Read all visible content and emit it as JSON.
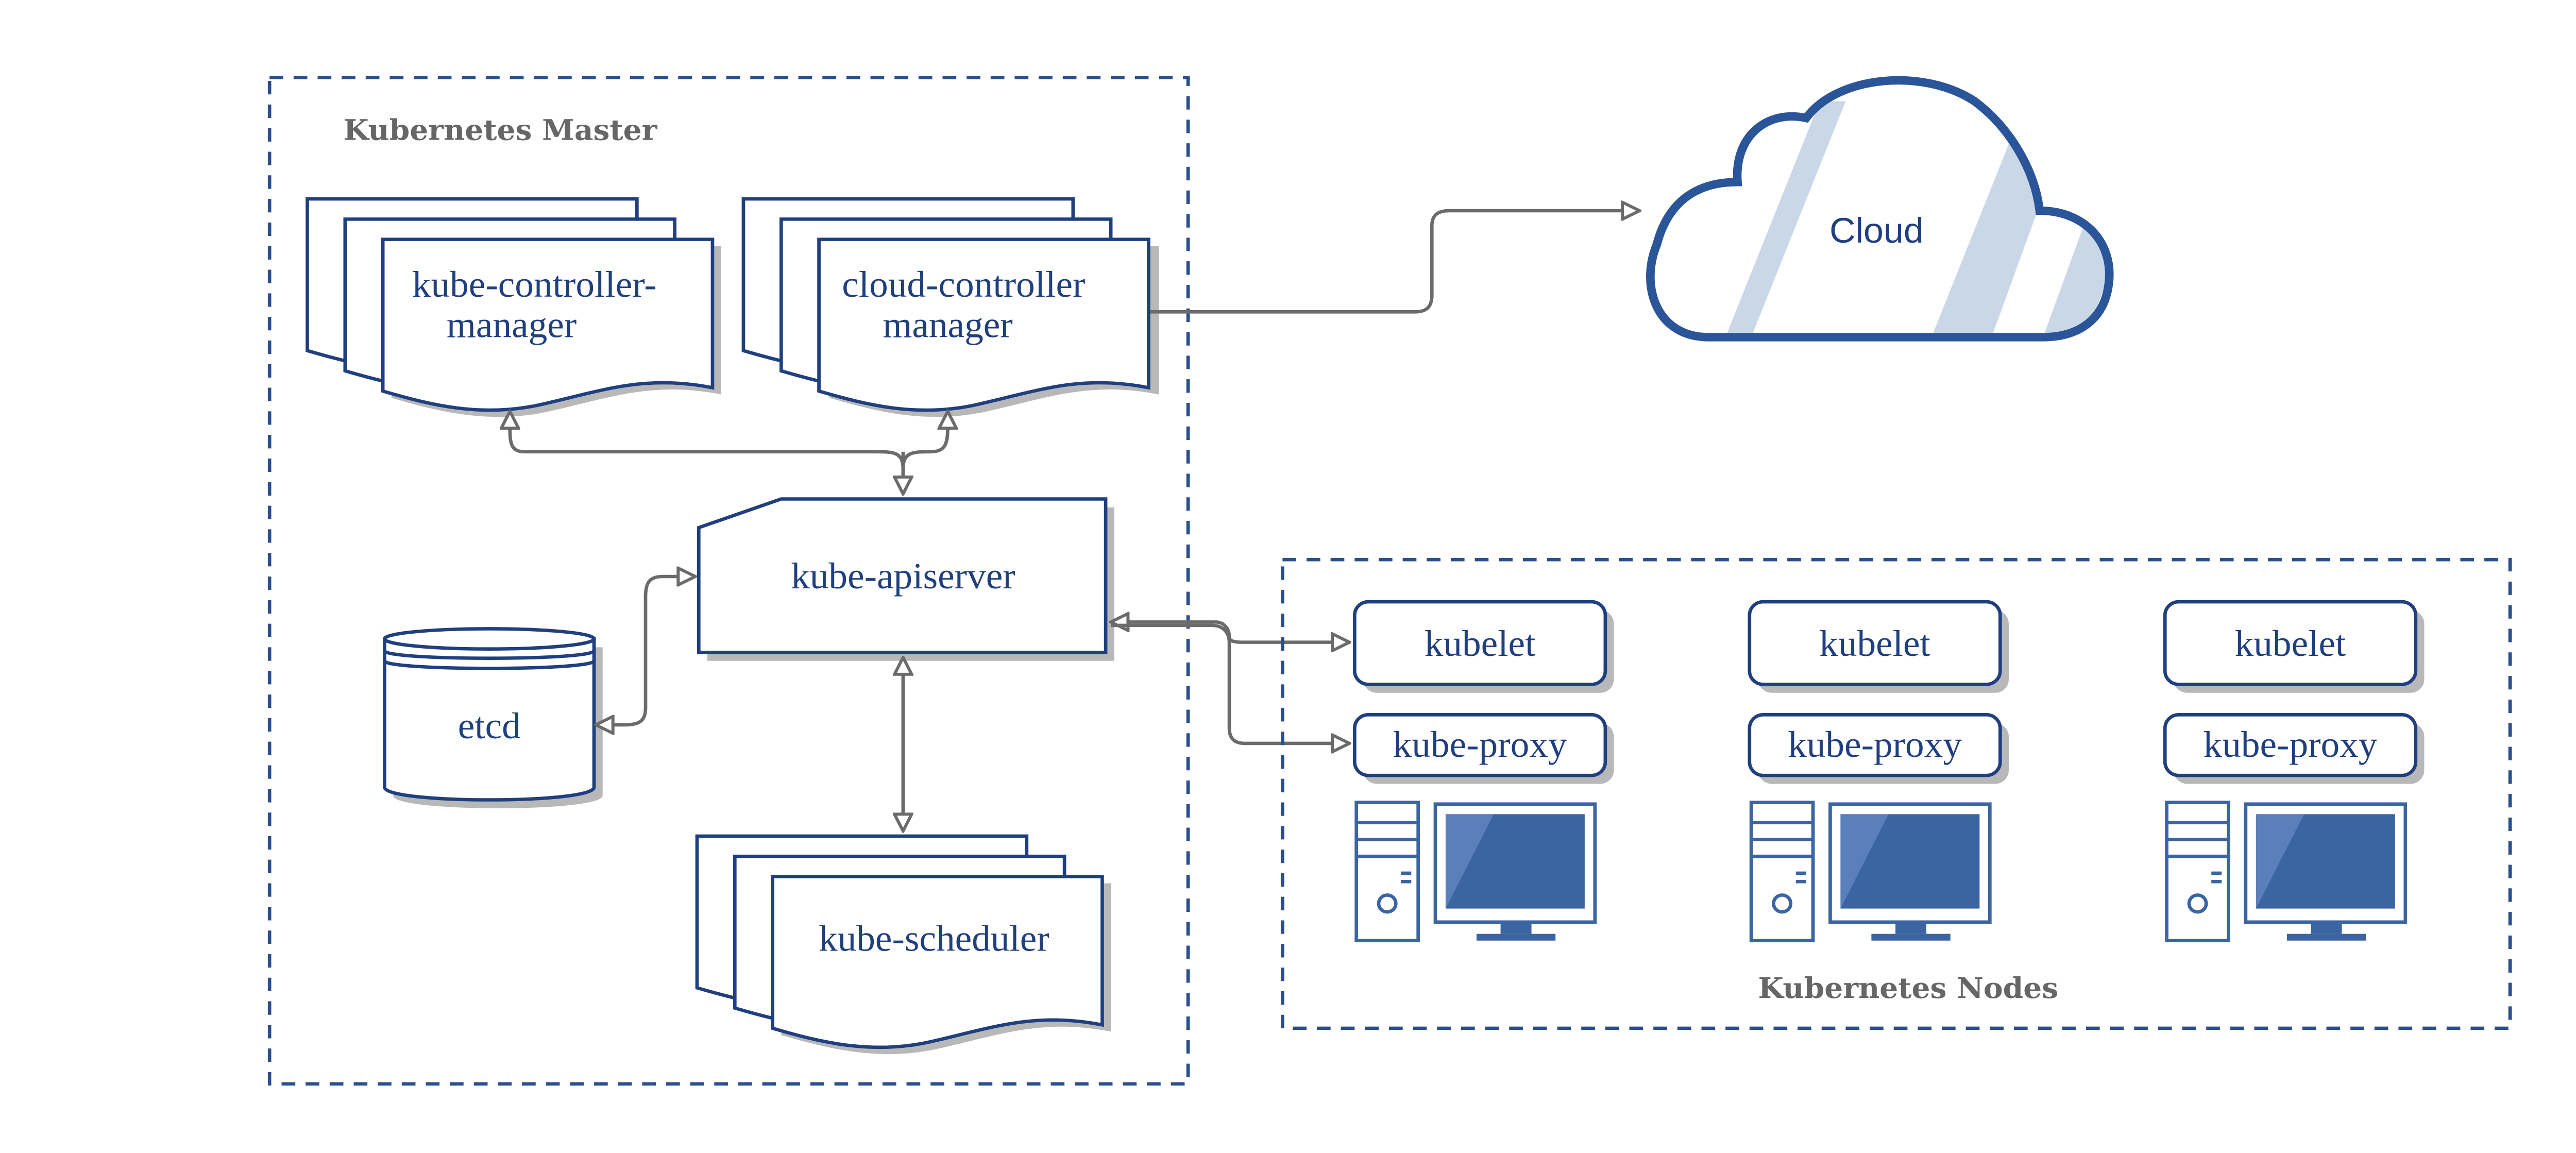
{
  "master": {
    "title": "Kubernetes Master",
    "components": {
      "controller_manager": [
        "kube-controller-",
        "manager"
      ],
      "cloud_controller_manager": [
        "cloud-controller",
        "manager"
      ],
      "apiserver": "kube-apiserver",
      "etcd": "etcd",
      "scheduler": "kube-scheduler"
    }
  },
  "cloud": {
    "label": "Cloud"
  },
  "nodes": {
    "title": "Kubernetes Nodes",
    "items": [
      {
        "kubelet": "kubelet",
        "proxy": "kube-proxy"
      },
      {
        "kubelet": "kubelet",
        "proxy": "kube-proxy"
      },
      {
        "kubelet": "kubelet",
        "proxy": "kube-proxy"
      }
    ]
  },
  "colors": {
    "primary": "#1f3f7f",
    "frame": "#2a4f8f",
    "connector": "#6b6b6b",
    "shadow": "#b8b8b8",
    "cloud_fill": "#c9d7e7",
    "monitor_screen": "#3b64a3"
  }
}
